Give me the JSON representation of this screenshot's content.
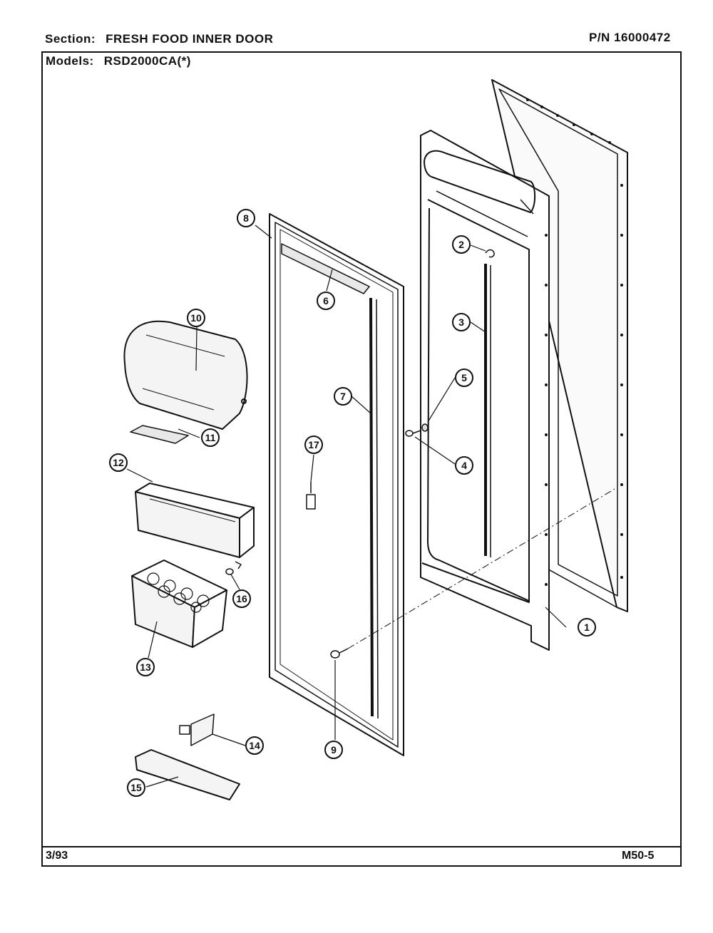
{
  "header": {
    "section_label": "Section:",
    "section_value": "FRESH FOOD INNER DOOR",
    "part_number": "P/N 16000472",
    "models_label": "Models:",
    "models_value": "RSD2000CA(*)"
  },
  "footer": {
    "date": "3/93",
    "page_code": "M50-5"
  },
  "callouts": [
    "1",
    "2",
    "3",
    "4",
    "5",
    "6",
    "7",
    "8",
    "9",
    "10",
    "11",
    "12",
    "13",
    "14",
    "15",
    "16",
    "17"
  ],
  "colors": {
    "ink": "#111111",
    "paper": "#ffffff",
    "shade": "#f4f4f4"
  }
}
